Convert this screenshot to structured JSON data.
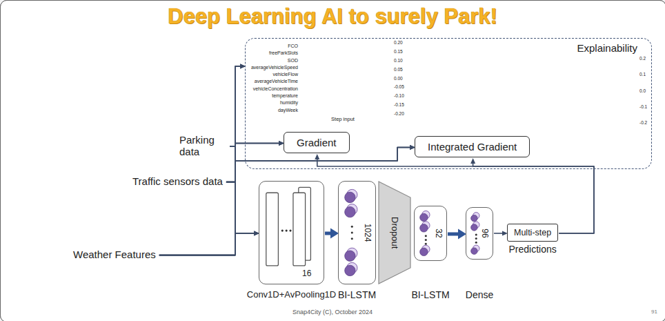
{
  "diagram": {
    "title": "Deep Learning AI to surely Park!",
    "nodes": [
      {
        "text": [
          "Explainability"
        ]
      },
      {
        "text": [
          "Gradient"
        ],
        "in": 0
      },
      {
        "text": [
          "Integrated Gradient"
        ],
        "in": 0
      },
      {
        "text": [
          "Parking data"
        ]
      },
      {
        "text": [
          "Traffic sensors data"
        ]
      },
      {
        "text": [
          "Weather Features"
        ]
      },
      {
        "text": [
          "16",
          "Conv1D+AvPooling1D"
        ]
      },
      {
        "text": [
          "1024",
          "BI-LSTM"
        ]
      },
      {
        "text": [
          "Dropout"
        ]
      },
      {
        "text": [
          "32",
          "BI-LSTM"
        ]
      },
      {
        "text": [
          "96",
          "Dense"
        ]
      },
      {
        "text": [
          "Multi-step",
          "Predictions"
        ]
      }
    ],
    "edges": [
      {
        "from": 3,
        "to": 0,
        "arrow": "to"
      },
      {
        "from": 4,
        "to": 0,
        "arrow": "to"
      },
      {
        "from": 5,
        "to": 0,
        "arrow": "to"
      },
      {
        "from": 3,
        "to": 1,
        "arrow": "to"
      },
      {
        "from": 4,
        "to": 1,
        "arrow": "to"
      },
      {
        "from": 5,
        "to": 1,
        "arrow": "to"
      },
      {
        "from": 3,
        "to": 2,
        "arrow": "to"
      },
      {
        "from": 4,
        "to": 2,
        "arrow": "to"
      },
      {
        "from": 5,
        "to": 2,
        "arrow": "to"
      },
      {
        "from": 3,
        "to": 6,
        "arrow": "to"
      },
      {
        "from": 4,
        "to": 6,
        "arrow": "to"
      },
      {
        "from": 5,
        "to": 6,
        "arrow": "to"
      },
      {
        "from": 6,
        "to": 7,
        "arrow": "to"
      },
      {
        "from": 9,
        "to": 10,
        "arrow": "to"
      },
      {
        "from": 10,
        "to": 11,
        "arrow": "to"
      },
      {
        "from": 11,
        "to": 1,
        "arrow": "to"
      },
      {
        "from": 11,
        "to": 2,
        "arrow": "to"
      }
    ],
    "labels": [
      "FCO",
      "freeParkSlots",
      "SOD",
      "averageVehicleSpeed",
      "vehicleFlow",
      "averageVehicleTime",
      "vehicleConcentration",
      "temperature",
      "humidity",
      "dayWeek",
      "Step input",
      "0.20",
      "0.15",
      "0.10",
      "0.05",
      "0.00",
      "-0.05",
      "-0.10",
      "-0.15",
      "-0.20",
      "Snap4City (C), October 2024",
      "91",
      "0.2",
      "0.1",
      "0.0",
      "-0.1",
      "-0.2"
    ]
  }
}
